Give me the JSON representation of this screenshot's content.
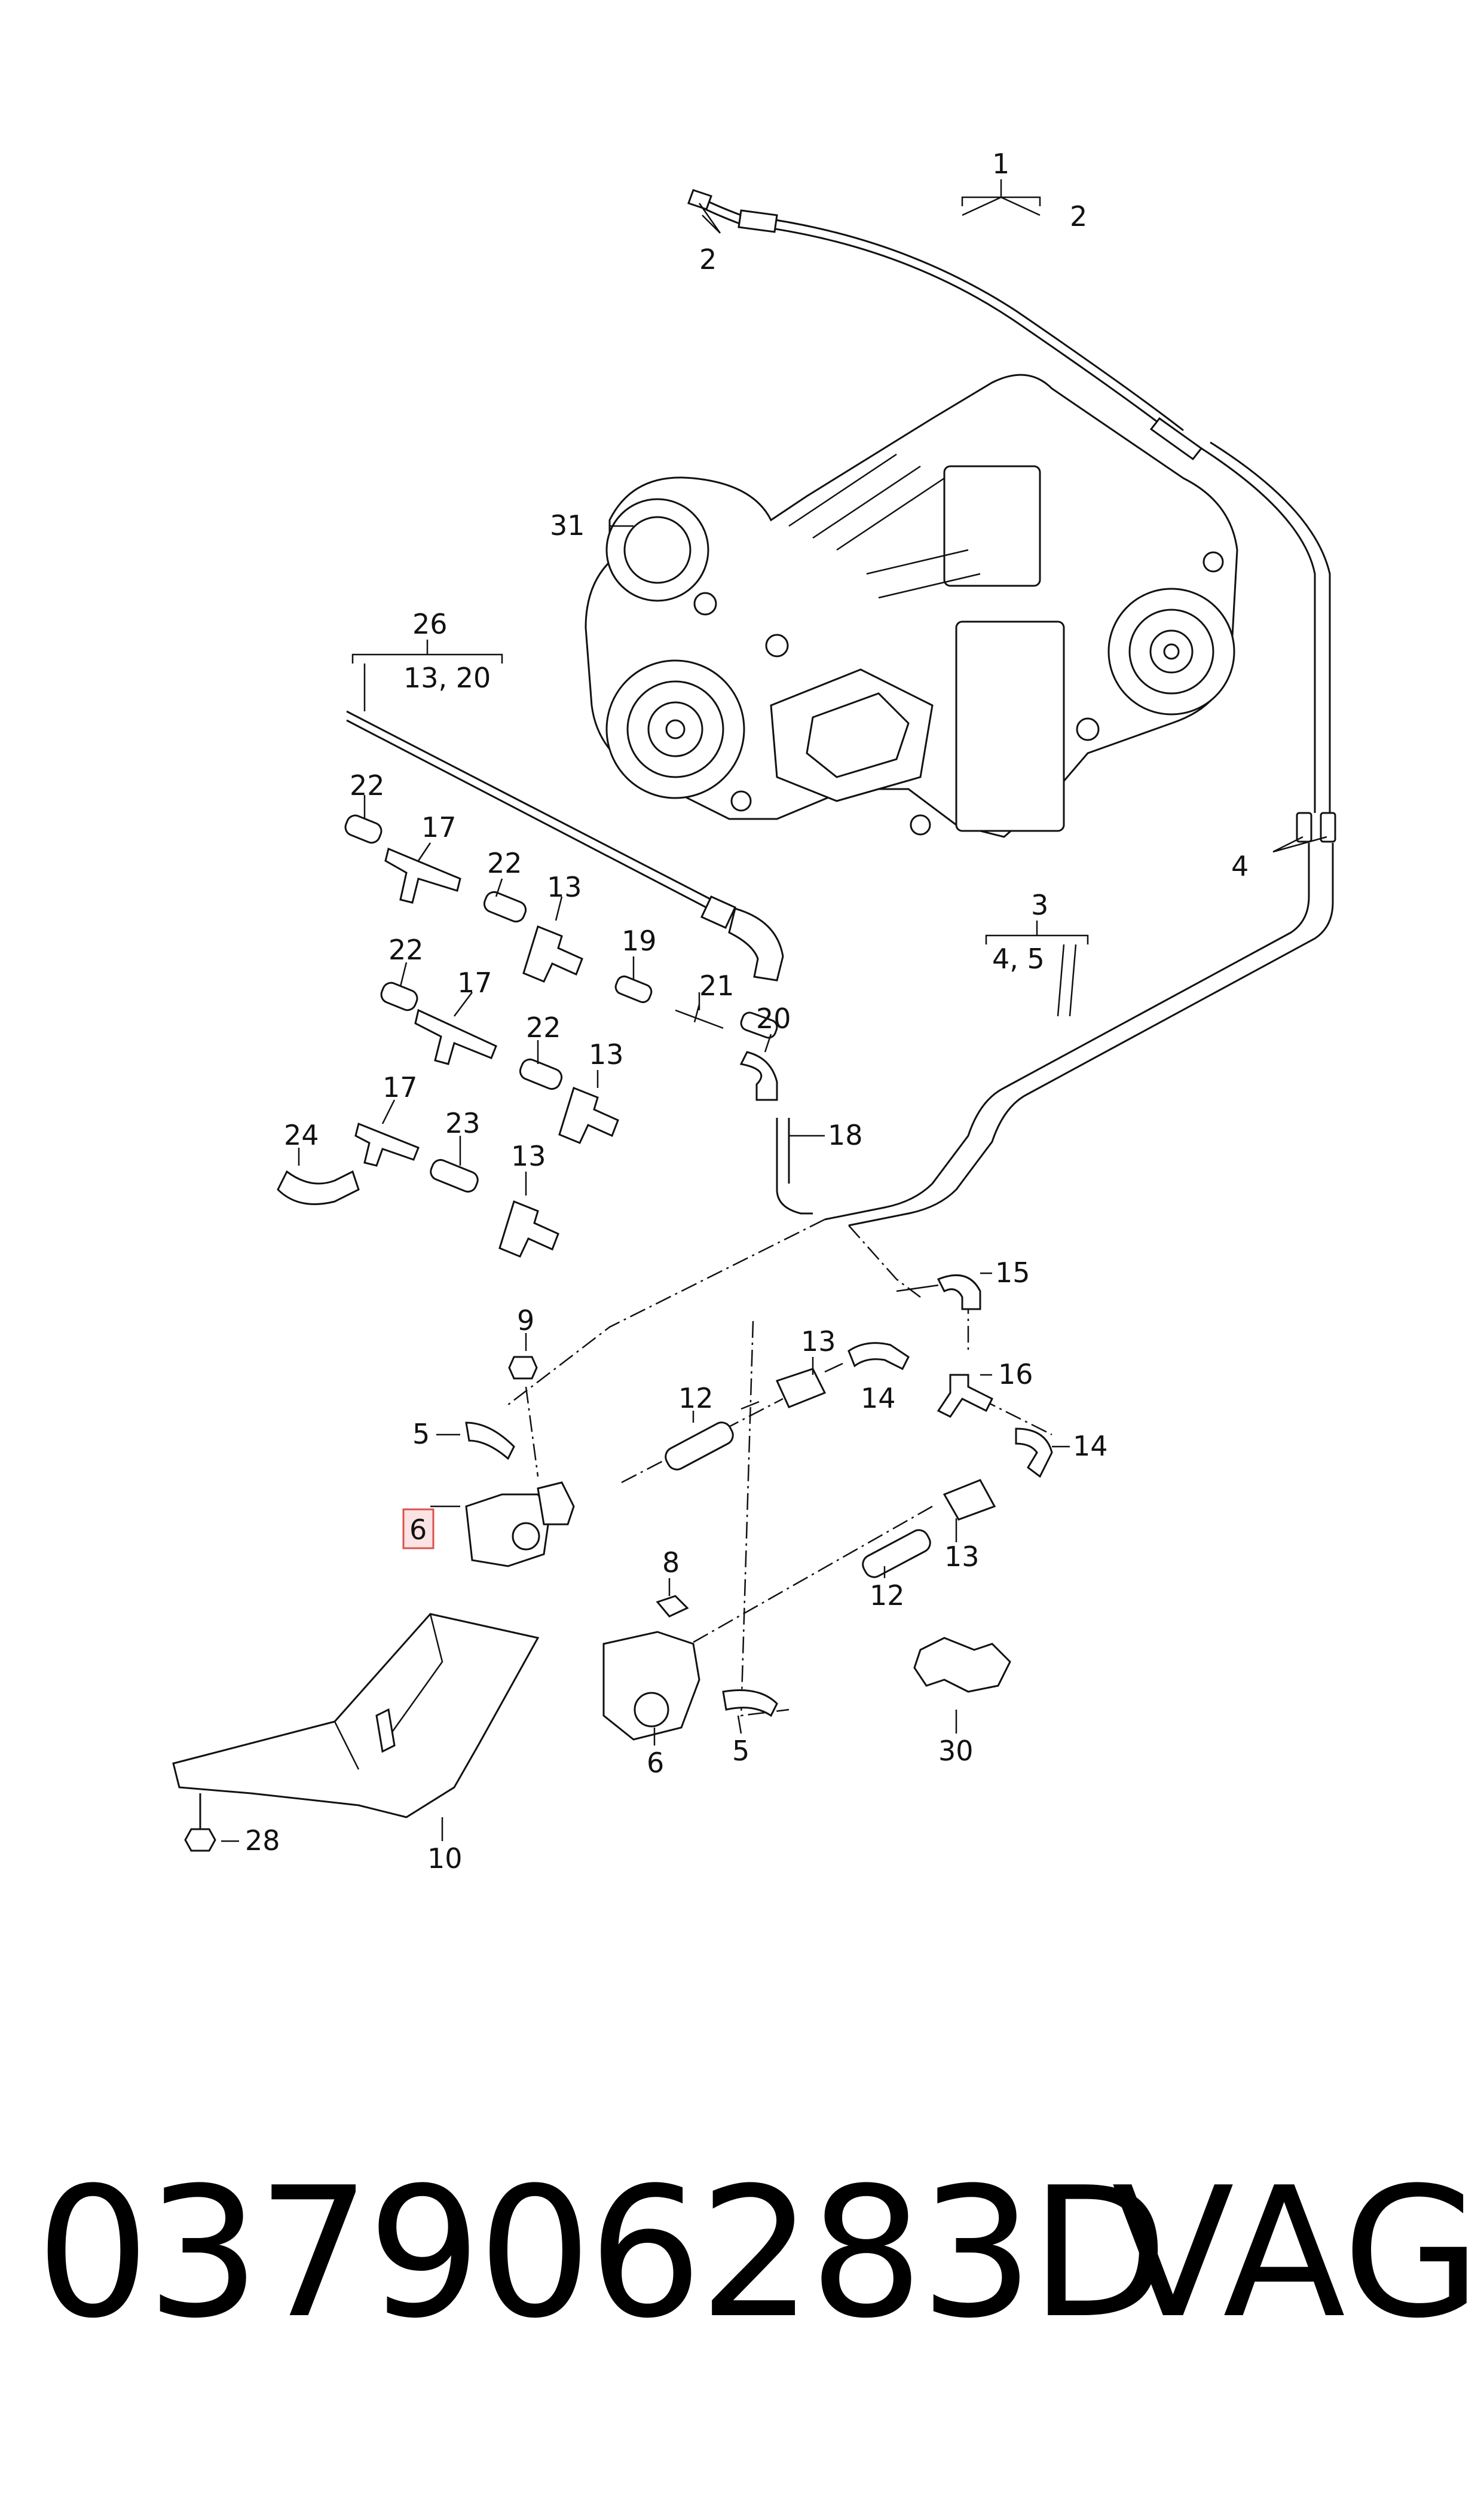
{
  "callouts": {
    "c1": "1",
    "c2a": "2",
    "c2b": "2",
    "c3": "3",
    "c45": "4, 5",
    "c4": "4",
    "c5a": "5",
    "c5b": "5",
    "c6": "6",
    "c6b": "6",
    "c8": "8",
    "c9": "9",
    "c10": "10",
    "c12a": "12",
    "c12b": "12",
    "c13a": "13",
    "c13b": "13",
    "c13c": "13",
    "c13d": "13",
    "c13e": "13",
    "c14a": "14",
    "c14b": "14",
    "c15": "15",
    "c16": "16",
    "c17a": "17",
    "c17b": "17",
    "c17c": "17",
    "c18": "18",
    "c19": "19",
    "c20": "20",
    "c21": "21",
    "c22a": "22",
    "c22b": "22",
    "c22c": "22",
    "c23": "23",
    "c24": "24",
    "c26": "26",
    "c1320": "13, 20",
    "c28": "28",
    "c30": "30",
    "c31": "31"
  },
  "footer": {
    "part_number": "037906283D",
    "brand": "VAG"
  },
  "colors": {
    "highlight_border": "#d9534f",
    "highlight_fill": "#fbe3e3",
    "ink": "#111111"
  }
}
